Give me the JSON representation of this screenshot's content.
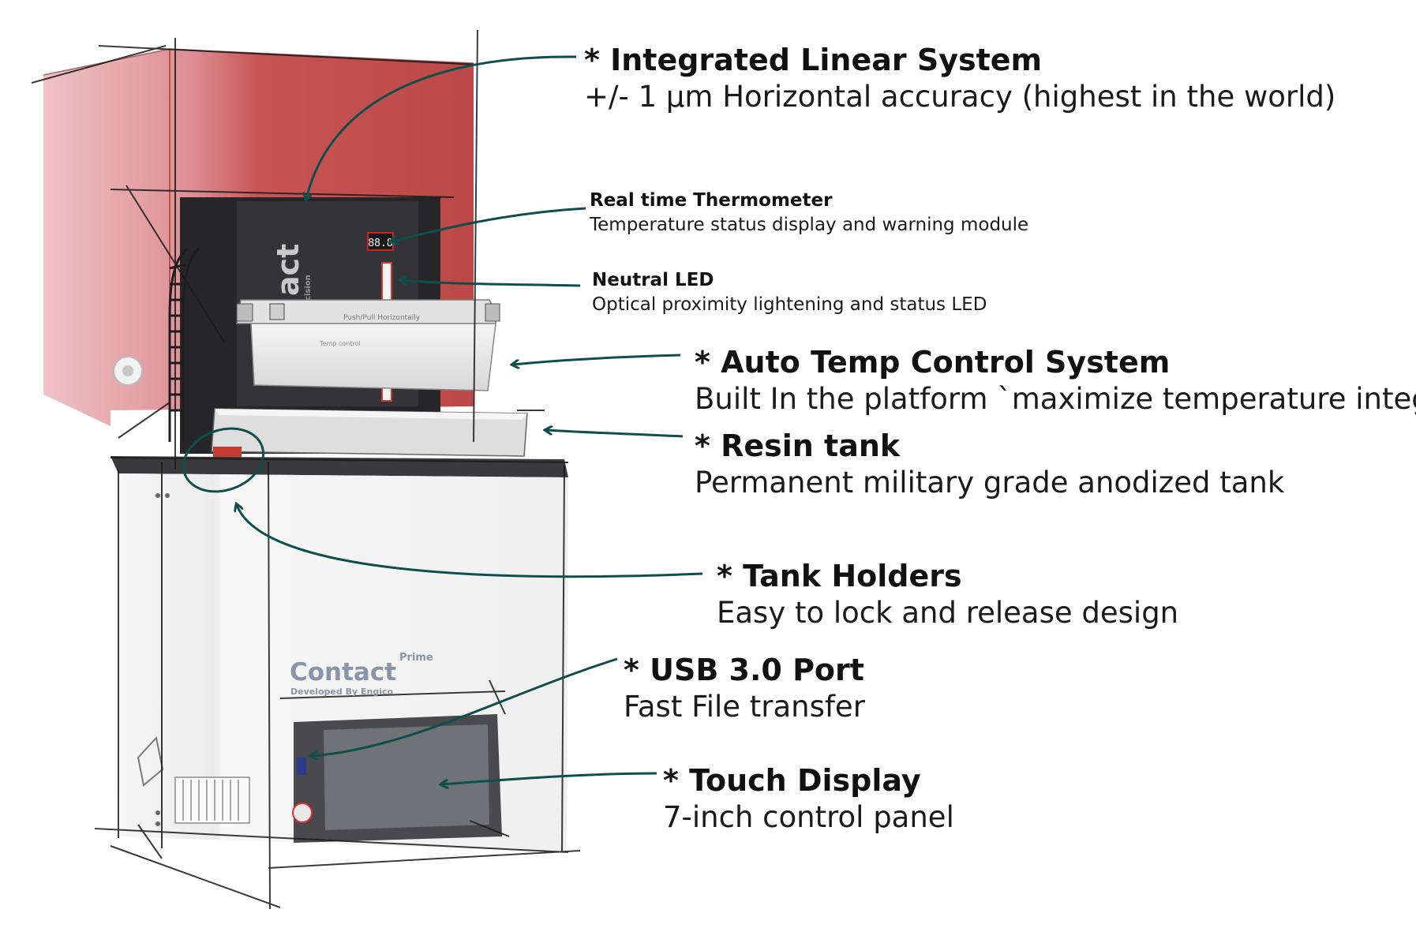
{
  "colors": {
    "arrow": "#0e4f4c",
    "hood": "#b82a2a",
    "hood_light": "#e9a8ae",
    "body": "#f1f1f1",
    "dark_panel": "#2b2b2e",
    "sketch_line": "#1a1a1a"
  },
  "printer": {
    "side_label": "act",
    "side_sublabel": "Precision",
    "brand_name": "Contact",
    "brand_suffix": "Prime",
    "brand_tagline": "Developed By Engico",
    "thermometer_readout": "88.8",
    "platform_label": "Push/Pull Horizontally",
    "platform_sublabel": "Temp control"
  },
  "callouts": [
    {
      "key": "linear",
      "title": "* Integrated Linear System",
      "desc": "+/- 1 µm Horizontal accuracy (highest in the world)"
    },
    {
      "key": "thermo",
      "title": "Real time Thermometer",
      "desc": "Temperature status display and warning module"
    },
    {
      "key": "led",
      "title": "Neutral LED",
      "desc": "Optical proximity lightening and status LED"
    },
    {
      "key": "temp",
      "title": "* Auto Temp Control System",
      "desc": "Built In the platform `maximize temperature integrity."
    },
    {
      "key": "tank",
      "title": "* Resin tank",
      "desc": "Permanent military grade anodized tank"
    },
    {
      "key": "holders",
      "title": "* Tank Holders",
      "desc": "Easy to lock and release design"
    },
    {
      "key": "usb",
      "title": "* USB 3.0 Port",
      "desc": "Fast File transfer"
    },
    {
      "key": "display",
      "title": "* Touch Display",
      "desc": "7-inch control panel"
    }
  ]
}
